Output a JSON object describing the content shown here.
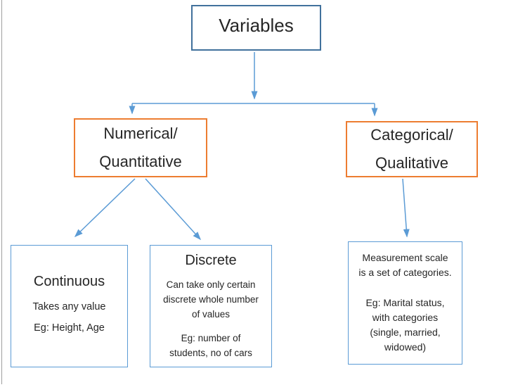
{
  "diagram": {
    "title_box": {
      "label": "Variables"
    },
    "branch_numerical": {
      "label": "Numerical/\nQuantitative"
    },
    "branch_categorical": {
      "label": "Categorical/\nQualitative"
    },
    "leaf_continuous": {
      "title": "Continuous",
      "body": "Takes any value",
      "example": "Eg: Height, Age"
    },
    "leaf_discrete": {
      "title": "Discrete",
      "body": "Can take only certain\ndiscrete whole number\nof values",
      "example": "Eg: number of\nstudents, no of cars"
    },
    "leaf_measurement": {
      "body": "Measurement scale\nis a set of categories.",
      "example": "Eg: Marital status,\nwith categories\n(single, married,\nwidowed)"
    }
  },
  "colors": {
    "root_border": "#41719C",
    "branch_border": "#ED7D31",
    "leaf_border": "#5B9BD5",
    "connector": "#5B9BD5",
    "text": "#262626",
    "page_edge": "#9E9E9E"
  }
}
